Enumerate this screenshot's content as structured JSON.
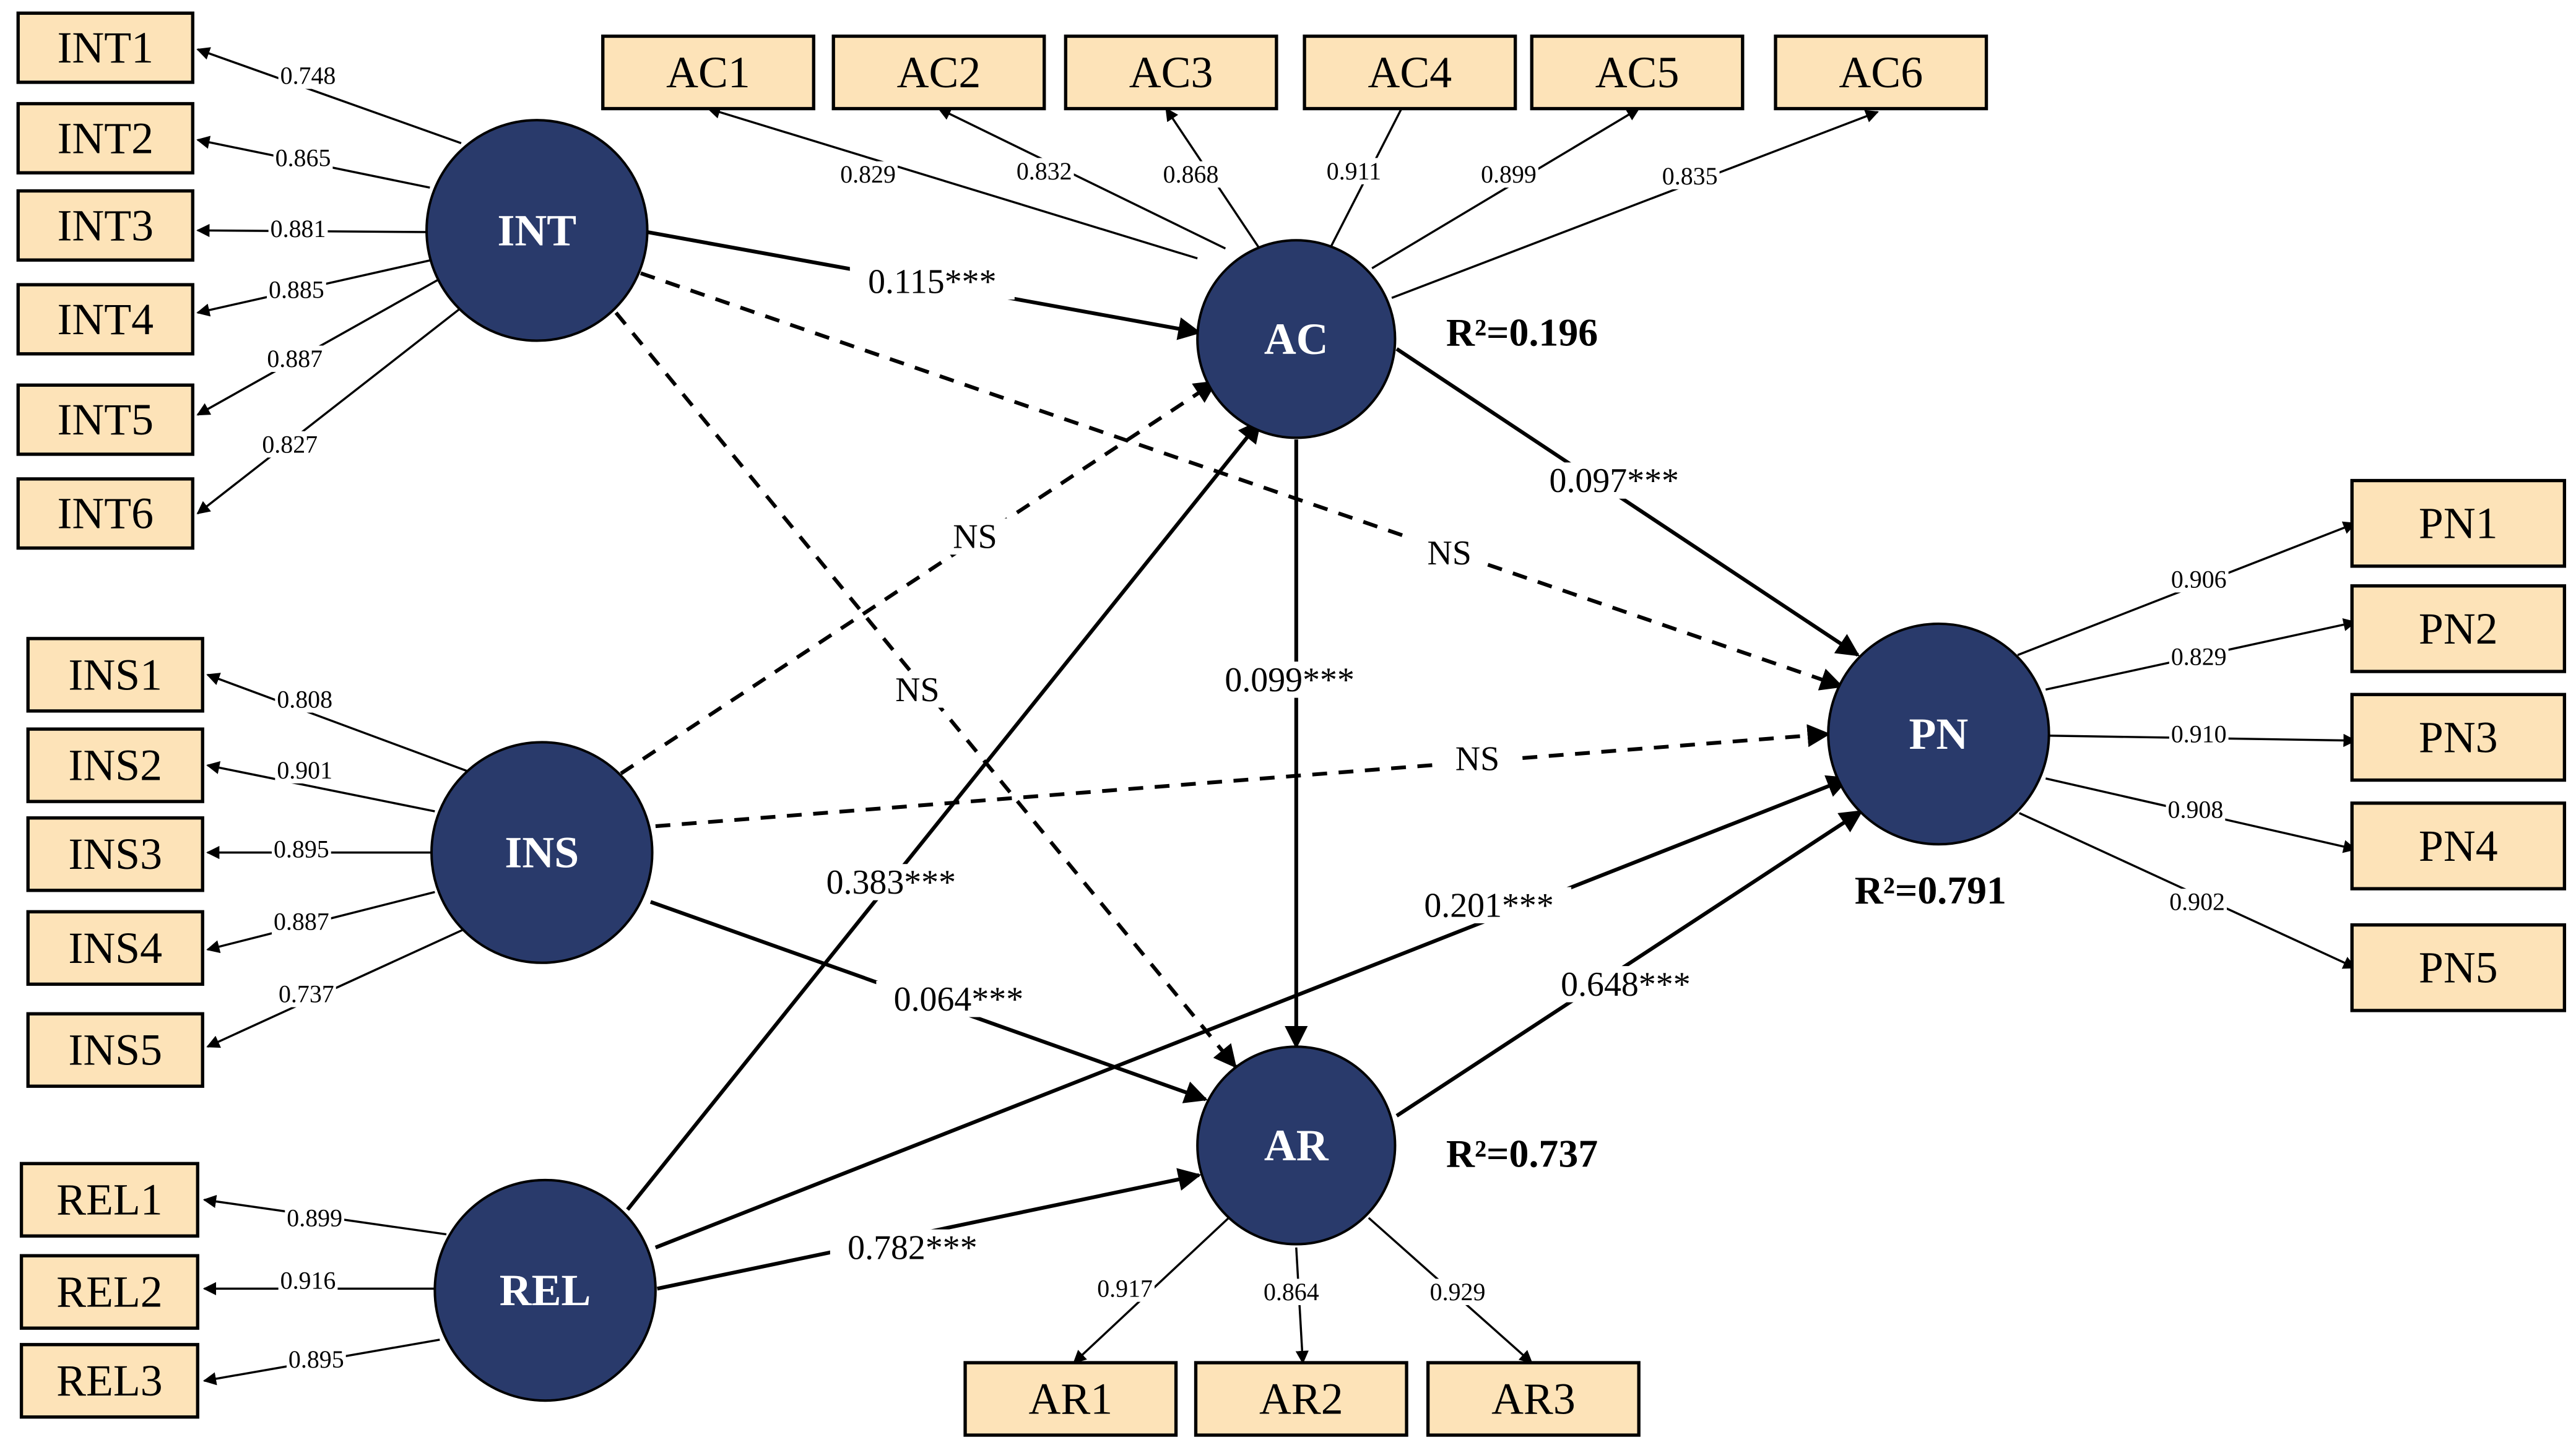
{
  "constructs": [
    {
      "id": "INT",
      "label": "INT"
    },
    {
      "id": "INS",
      "label": "INS"
    },
    {
      "id": "REL",
      "label": "REL"
    },
    {
      "id": "AC",
      "label": "AC"
    },
    {
      "id": "AR",
      "label": "AR"
    },
    {
      "id": "PN",
      "label": "PN"
    }
  ],
  "indicators": [
    {
      "id": "INT1",
      "construct": "INT",
      "loading": "0.748"
    },
    {
      "id": "INT2",
      "construct": "INT",
      "loading": "0.865"
    },
    {
      "id": "INT3",
      "construct": "INT",
      "loading": "0.881"
    },
    {
      "id": "INT4",
      "construct": "INT",
      "loading": "0.885"
    },
    {
      "id": "INT5",
      "construct": "INT",
      "loading": "0.887"
    },
    {
      "id": "INT6",
      "construct": "INT",
      "loading": "0.827"
    },
    {
      "id": "INS1",
      "construct": "INS",
      "loading": "0.808"
    },
    {
      "id": "INS2",
      "construct": "INS",
      "loading": "0.901"
    },
    {
      "id": "INS3",
      "construct": "INS",
      "loading": "0.895"
    },
    {
      "id": "INS4",
      "construct": "INS",
      "loading": "0.887"
    },
    {
      "id": "INS5",
      "construct": "INS",
      "loading": "0.737"
    },
    {
      "id": "REL1",
      "construct": "REL",
      "loading": "0.899"
    },
    {
      "id": "REL2",
      "construct": "REL",
      "loading": "0.916"
    },
    {
      "id": "REL3",
      "construct": "REL",
      "loading": "0.895"
    },
    {
      "id": "AC1",
      "construct": "AC",
      "loading": "0.829"
    },
    {
      "id": "AC2",
      "construct": "AC",
      "loading": "0.832"
    },
    {
      "id": "AC3",
      "construct": "AC",
      "loading": "0.868"
    },
    {
      "id": "AC4",
      "construct": "AC",
      "loading": "0.911"
    },
    {
      "id": "AC5",
      "construct": "AC",
      "loading": "0.899"
    },
    {
      "id": "AC6",
      "construct": "AC",
      "loading": "0.835"
    },
    {
      "id": "AR1",
      "construct": "AR",
      "loading": "0.917"
    },
    {
      "id": "AR2",
      "construct": "AR",
      "loading": "0.864"
    },
    {
      "id": "AR3",
      "construct": "AR",
      "loading": "0.929"
    },
    {
      "id": "PN1",
      "construct": "PN",
      "loading": "0.906"
    },
    {
      "id": "PN2",
      "construct": "PN",
      "loading": "0.829"
    },
    {
      "id": "PN3",
      "construct": "PN",
      "loading": "0.910"
    },
    {
      "id": "PN4",
      "construct": "PN",
      "loading": "0.908"
    },
    {
      "id": "PN5",
      "construct": "PN",
      "loading": "0.902"
    }
  ],
  "paths": [
    {
      "from": "INT",
      "to": "AC",
      "label": "0.115***",
      "significant": true
    },
    {
      "from": "INT",
      "to": "PN",
      "label": "NS",
      "significant": false
    },
    {
      "from": "INT",
      "to": "AR",
      "label": "NS",
      "significant": false
    },
    {
      "from": "INS",
      "to": "AC",
      "label": "NS",
      "significant": false
    },
    {
      "from": "INS",
      "to": "PN",
      "label": "NS",
      "significant": false
    },
    {
      "from": "INS",
      "to": "AR",
      "label": "0.064***",
      "significant": true
    },
    {
      "from": "REL",
      "to": "AC",
      "label": "0.383***",
      "significant": true
    },
    {
      "from": "REL",
      "to": "PN",
      "label": "0.201***",
      "significant": true
    },
    {
      "from": "REL",
      "to": "AR",
      "label": "0.782***",
      "significant": true
    },
    {
      "from": "AC",
      "to": "PN",
      "label": "0.097***",
      "significant": true
    },
    {
      "from": "AC",
      "to": "AR",
      "label": "0.099***",
      "significant": true
    },
    {
      "from": "AR",
      "to": "PN",
      "label": "0.648***",
      "significant": true
    }
  ],
  "r_squared": {
    "AC": "R²=0.196",
    "AR": "R²=0.737",
    "PN": "R²=0.791"
  },
  "colors": {
    "latent_fill": "#293a6b",
    "indicator_fill": "#fde3b8"
  }
}
